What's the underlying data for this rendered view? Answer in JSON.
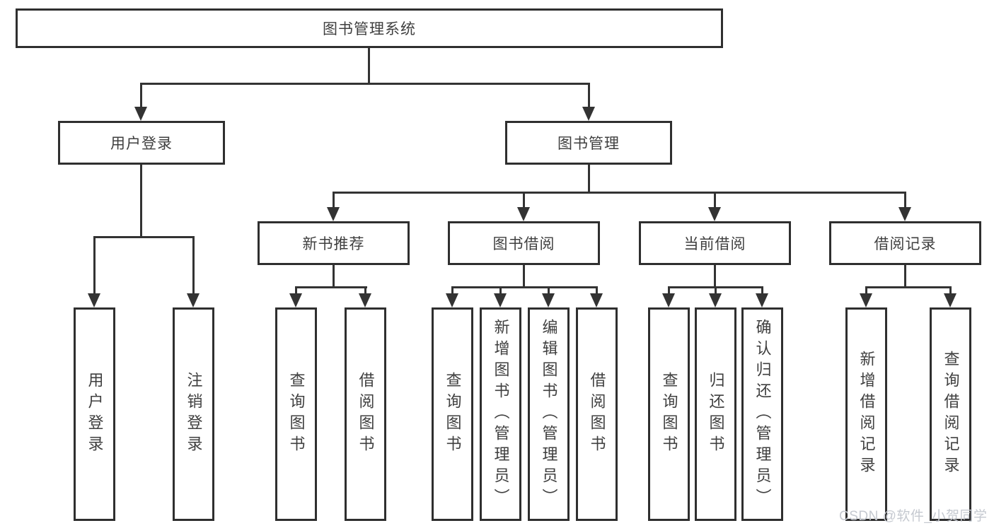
{
  "diagram": {
    "type": "hierarchy-tree",
    "title": "图书管理系统",
    "colors": {
      "background": "#ffffff",
      "line": "#333333",
      "box_border": "#2f2f2f",
      "text": "#3f3f3f",
      "watermark": "#c5c9d0"
    },
    "nodes": {
      "root": {
        "label": "图书管理系统"
      },
      "user_login": {
        "label": "用户登录",
        "leaves": [
          {
            "label": "用户登录"
          },
          {
            "label": "注销登录"
          }
        ]
      },
      "book_management": {
        "label": "图书管理"
      },
      "sections": [
        {
          "label": "新书推荐",
          "leaves": [
            {
              "label": "查询图书"
            },
            {
              "label": "借阅图书"
            }
          ]
        },
        {
          "label": "图书借阅",
          "leaves": [
            {
              "label": "查询图书"
            },
            {
              "label": "新增图书（管理员）"
            },
            {
              "label": "编辑图书（管理员）"
            },
            {
              "label": "借阅图书"
            }
          ]
        },
        {
          "label": "当前借阅",
          "leaves": [
            {
              "label": "查询图书"
            },
            {
              "label": "归还图书"
            },
            {
              "label": "确认归还（管理员）"
            }
          ]
        },
        {
          "label": "借阅记录",
          "leaves": [
            {
              "label": "新增借阅记录"
            },
            {
              "label": "查询借阅记录"
            }
          ]
        }
      ]
    },
    "watermark": {
      "text": "CSDN @软件_小贺同学"
    }
  }
}
